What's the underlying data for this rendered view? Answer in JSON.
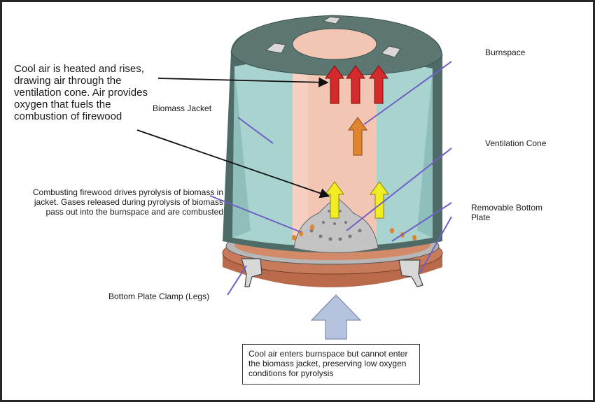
{
  "labels": {
    "cool_air_heated": "Cool air is heated and rises, drawing air through the ventilation cone.  Air provides oxygen that fuels the combustion of firewood",
    "burnspace": "Burnspace",
    "biomass_jacket": "Biomass Jacket",
    "ventilation_cone": "Ventilation Cone",
    "combusting_firewood": "Combusting firewood drives pyrolysis of biomass in jacket. Gases released during pyrolysis of biomass pass out into the burnspace and are combusted",
    "removable_bottom_plate": "Removable Bottom Plate",
    "bottom_plate_clamp": "Bottom Plate Clamp (Legs)",
    "cool_air_enters": "Cool air enters burnspace but cannot enter the biomass jacket, preserving low oxygen conditions for pyrolysis"
  },
  "colors": {
    "outer_shell": "#4f6b67",
    "shell_dark": "#3a4f4c",
    "jacket": "#a9d3cf",
    "burnspace": "#f3c6b3",
    "bottom_plate": "#c77b5a",
    "cone": "#bfbfbf",
    "hot_arrow": "#d42a2a",
    "warm_arrow": "#e0852f",
    "flame_arrow": "#f2ec22",
    "pointer_line": "#6f5fc7",
    "inflow_arrow": "#b6c3df"
  }
}
